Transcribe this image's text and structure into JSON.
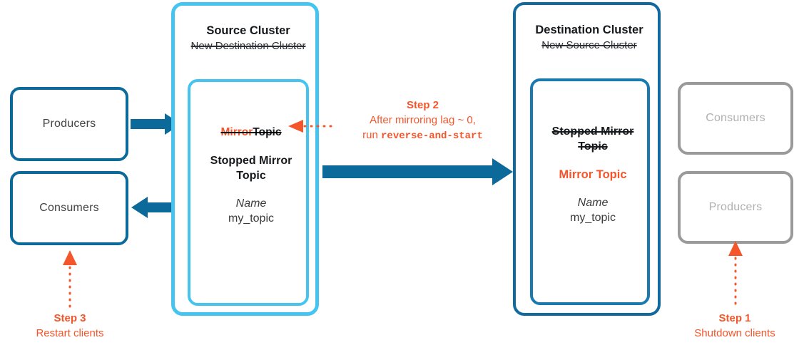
{
  "diagram": {
    "title": "Kafka cluster mirroring failover diagram",
    "colors": {
      "accent_orange": "#F4552B",
      "cyan": "#45C4F0",
      "deep_blue": "#0C6A9B",
      "dest_blue": "#11699E",
      "muted_gray": "#9a9a9a",
      "text_gray": "#444444"
    }
  },
  "left_clients": {
    "producers": {
      "label": "Producers"
    },
    "consumers": {
      "label": "Consumers"
    }
  },
  "right_clients": {
    "consumers": {
      "label": "Consumers"
    },
    "producers": {
      "label": "Producers"
    }
  },
  "source_cluster": {
    "title": "Source Cluster",
    "subtitle_struck": "New Destination Cluster",
    "topic": {
      "struck_orange_word": "Mirror",
      "struck_dark_word": "Topic",
      "strong_label": "Stopped Mirror Topic",
      "name_label": "Name",
      "name_value": "my_topic"
    }
  },
  "destination_cluster": {
    "title": "Destination Cluster",
    "subtitle_struck": "New Source Cluster",
    "topic": {
      "struck_label": "Stopped Mirror Topic",
      "accent_label": "Mirror Topic",
      "name_label": "Name",
      "name_value": "my_topic"
    }
  },
  "steps": {
    "step1": {
      "title": "Step 1",
      "body": "Shutdown clients"
    },
    "step2": {
      "title": "Step 2",
      "line1": "After mirroring lag ~ 0,",
      "line2_prefix": "run ",
      "line2_code": "reverse-and-start"
    },
    "step3": {
      "title": "Step 3",
      "body": "Restart clients"
    }
  },
  "arrows": {
    "producers_to_source": "solid-right-arrow",
    "source_to_consumers": "solid-left-arrow",
    "source_to_destination": "solid-right-arrow",
    "step2_pointer": "dotted-left-arrow",
    "step1_pointer": "dotted-up-arrow",
    "step3_pointer": "dotted-up-arrow"
  }
}
